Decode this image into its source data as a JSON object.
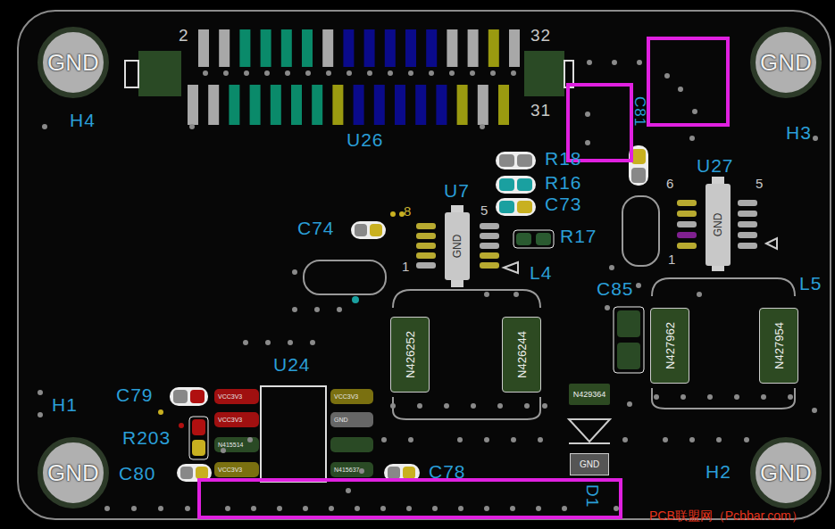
{
  "diagram": {
    "nodes": [
      {
        "text": [
          "GND"
        ]
      },
      {
        "text": [
          "GND"
        ]
      },
      {
        "text": [
          "GND"
        ]
      },
      {
        "text": [
          "GND"
        ]
      },
      {
        "text": [
          "GND"
        ]
      },
      {
        "text": [
          "GND"
        ]
      },
      {
        "text": [
          "N426252"
        ]
      },
      {
        "text": [
          "N426244"
        ]
      },
      {
        "text": [
          "N427962"
        ]
      },
      {
        "text": [
          "N427954"
        ]
      },
      {
        "text": [
          "N429364"
        ]
      },
      {
        "text": [
          "GND"
        ]
      }
    ],
    "labels": [
      "H4",
      "H3",
      "H1",
      "H2",
      "U26",
      "2",
      "32",
      "31",
      "R18",
      "R16",
      "C73",
      "U7",
      "C74",
      "R17",
      "L4",
      "U27",
      "C85",
      "L5",
      "C81",
      "U24",
      "C79",
      "R203",
      "C80",
      "C78",
      "D1",
      "8",
      "5",
      "1",
      "6",
      "5",
      "1",
      "VCC3V3",
      "VCC3V3",
      "N415514",
      "VCC3V3",
      "VCC3V3",
      "GND",
      "N415637",
      "PCB联盟网（Pcbbar.com）"
    ]
  }
}
